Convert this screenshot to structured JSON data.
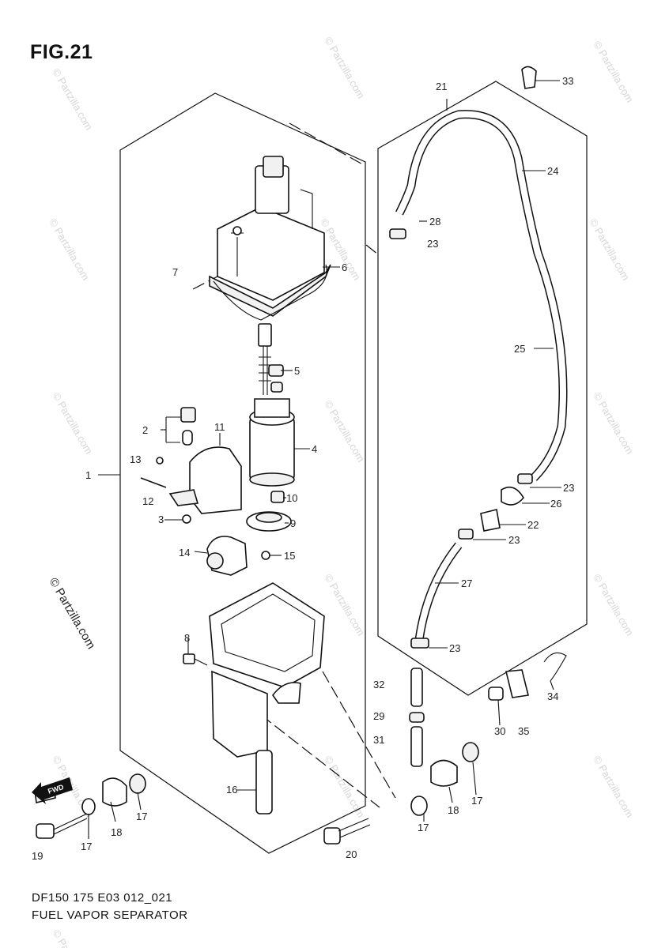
{
  "figure": {
    "title": "FIG.21"
  },
  "footer": {
    "code": "DF150 175 E03 012_021",
    "name": "FUEL VAPOR SEPARATOR"
  },
  "watermark": {
    "text": "© Partzilla.com",
    "color": "#d7d7d7"
  },
  "front_marker": {
    "text": "FWD"
  },
  "callouts": [
    {
      "num": "1"
    },
    {
      "num": "2"
    },
    {
      "num": "3"
    },
    {
      "num": "4"
    },
    {
      "num": "5"
    },
    {
      "num": "6"
    },
    {
      "num": "7"
    },
    {
      "num": "8"
    },
    {
      "num": "9"
    },
    {
      "num": "10"
    },
    {
      "num": "11"
    },
    {
      "num": "12"
    },
    {
      "num": "13"
    },
    {
      "num": "14"
    },
    {
      "num": "15"
    },
    {
      "num": "16"
    },
    {
      "num": "17"
    },
    {
      "num": "18"
    },
    {
      "num": "19"
    },
    {
      "num": "20"
    },
    {
      "num": "21"
    },
    {
      "num": "22"
    },
    {
      "num": "23"
    },
    {
      "num": "24"
    },
    {
      "num": "25"
    },
    {
      "num": "26"
    },
    {
      "num": "27"
    },
    {
      "num": "28"
    },
    {
      "num": "29"
    },
    {
      "num": "30"
    },
    {
      "num": "31"
    },
    {
      "num": "32"
    },
    {
      "num": "33"
    },
    {
      "num": "34"
    },
    {
      "num": "35"
    }
  ]
}
